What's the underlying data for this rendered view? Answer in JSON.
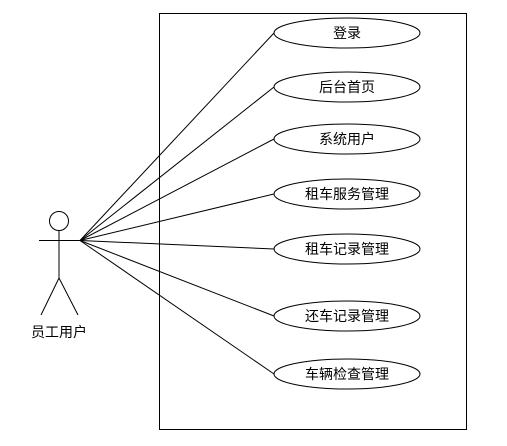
{
  "actor": {
    "name": "员工用户"
  },
  "use_cases": [
    {
      "id": "login",
      "label": "登录"
    },
    {
      "id": "backend-home",
      "label": "后台首页"
    },
    {
      "id": "system-users",
      "label": "系统用户"
    },
    {
      "id": "rental-service-mgmt",
      "label": "租车服务管理"
    },
    {
      "id": "rental-record-mgmt",
      "label": "租车记录管理"
    },
    {
      "id": "return-record-mgmt",
      "label": "还车记录管理"
    },
    {
      "id": "vehicle-inspection-mgmt",
      "label": "车辆检查管理"
    }
  ]
}
